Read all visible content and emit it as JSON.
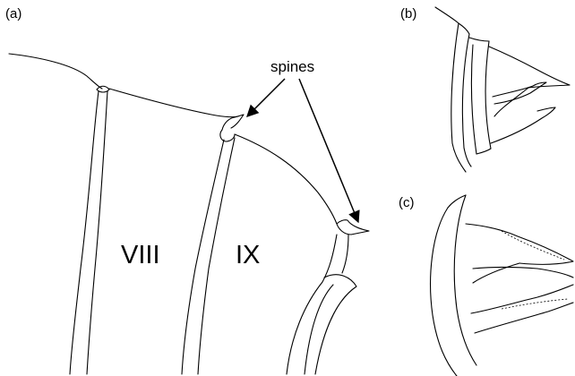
{
  "panels": {
    "a": {
      "label": "(a)"
    },
    "b": {
      "label": "(b)"
    },
    "c": {
      "label": "(c)"
    }
  },
  "annotations": {
    "spines": "spines",
    "segment_viii": "VIII",
    "segment_ix": "IX"
  }
}
